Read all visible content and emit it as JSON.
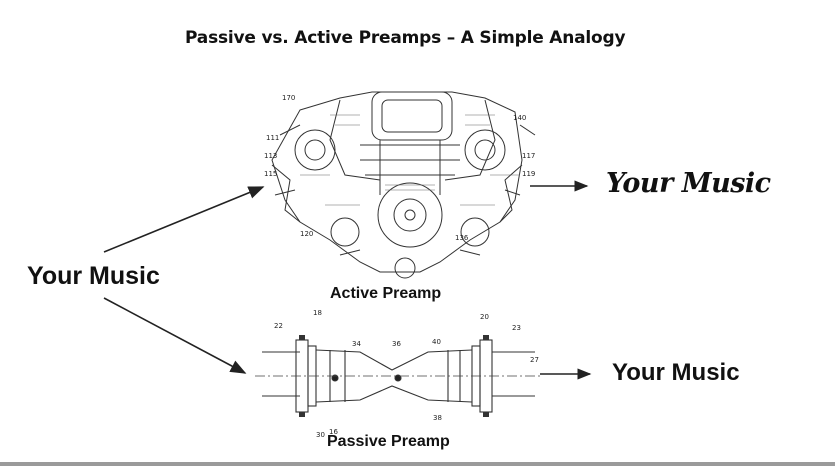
{
  "title": "Passive vs. Active Preamps – A Simple Analogy",
  "input_label": "Your Music",
  "active": {
    "caption": "Active Preamp",
    "output_label": "Your Music",
    "callouts": [
      "170",
      "140",
      "111",
      "113",
      "115",
      "117",
      "119",
      "120",
      "136"
    ]
  },
  "passive": {
    "caption": "Passive Preamp",
    "output_label": "Your Music",
    "callouts": [
      "22",
      "18",
      "20",
      "23",
      "34",
      "36",
      "40",
      "27",
      "30",
      "16",
      "38"
    ]
  },
  "colors": {
    "line": "#222222",
    "text": "#111111"
  }
}
